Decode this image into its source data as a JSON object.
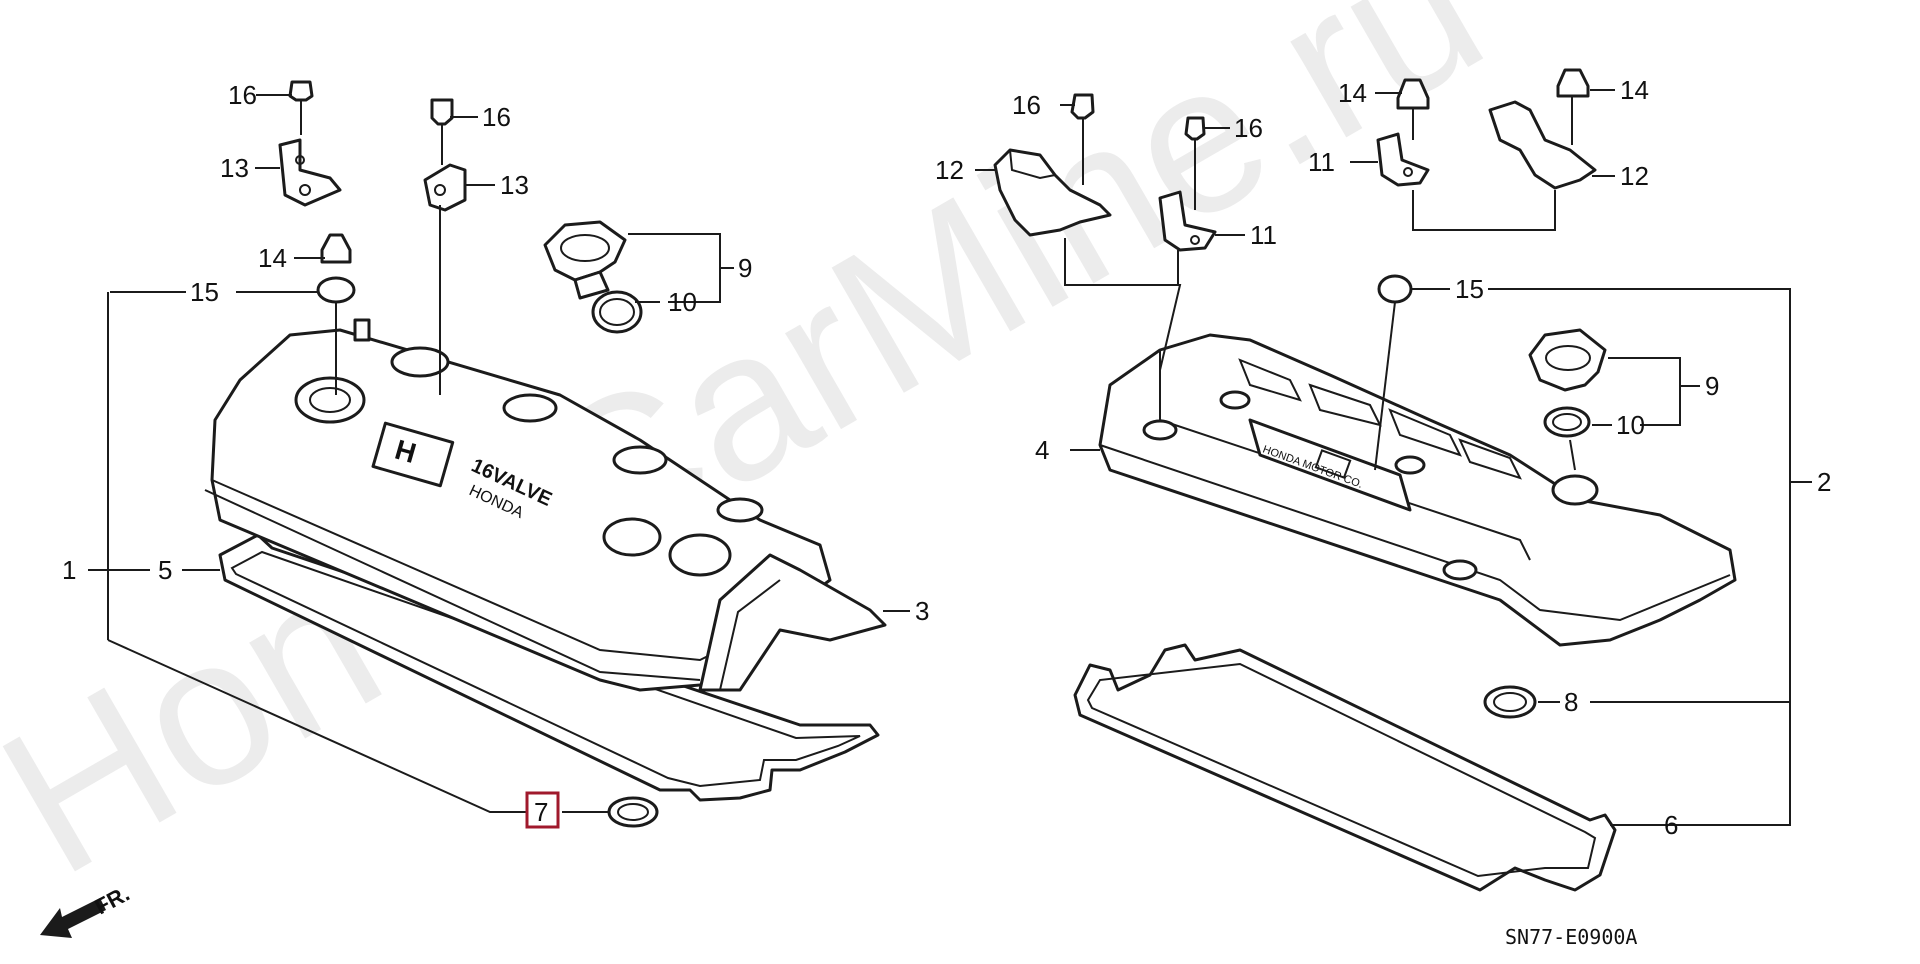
{
  "watermark": "HondaCarMine.ru",
  "diagram_code": "SN77-E0900A",
  "front_label": "FR.",
  "highlight_color": "#a0192c",
  "callouts": {
    "l_16a": "16",
    "l_16b": "16",
    "l_13a": "13",
    "l_13b": "13",
    "l_14": "14",
    "l_15": "15",
    "l_9": "9",
    "l_10": "10",
    "l_1": "1",
    "l_5": "5",
    "l_3": "3",
    "l_7": "7",
    "r_16a": "16",
    "r_16b": "16",
    "r_14a": "14",
    "r_14b": "14",
    "r_12a": "12",
    "r_12b": "12",
    "r_11a": "11",
    "r_11b": "11",
    "r_15": "15",
    "r_9": "9",
    "r_10": "10",
    "r_4": "4",
    "r_2": "2",
    "r_8": "8",
    "r_6": "6"
  },
  "cover_marks": {
    "left_line1": "16VALVE",
    "left_line2": "HONDA",
    "right_line": "HONDA MOTOR CO."
  }
}
